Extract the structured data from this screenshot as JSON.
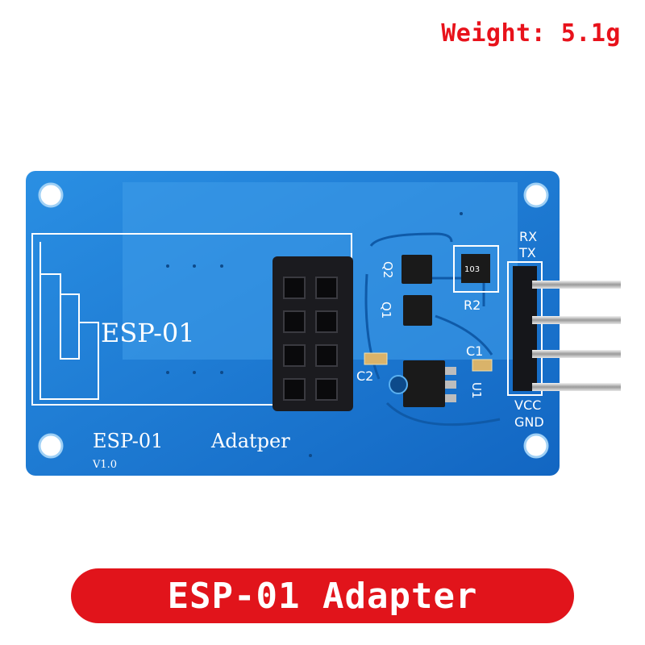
{
  "weight_label": "Weight: 5.1g",
  "banner_label": "ESP-01 Adapter",
  "board": {
    "antenna_label": "ESP-01",
    "bottom_label": "ESP-01",
    "bottom_label2": "Adatper",
    "version": "V1.0",
    "pins": [
      "RX",
      "TX",
      "VCC",
      "GND"
    ],
    "components": {
      "q1": "Q1",
      "q2": "Q2",
      "r2": "R2",
      "c1": "C1",
      "c2": "C2",
      "u1": "U1",
      "resistor_code": "103"
    }
  },
  "colors": {
    "pcb_blue": "#1a7fd6",
    "accent_red": "#e1141b"
  }
}
